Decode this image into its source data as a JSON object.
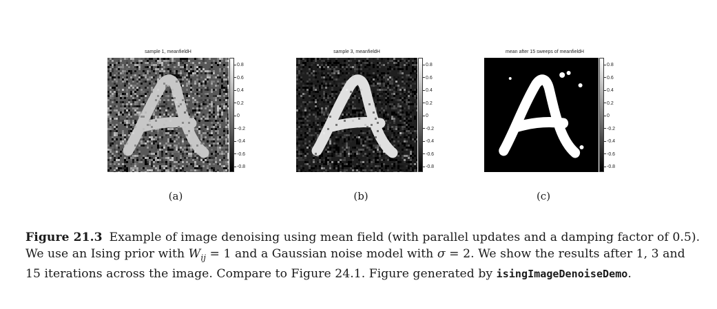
{
  "panels": [
    {
      "title": "sample 1, meanfieldH",
      "label": "(a)",
      "noise": 0.42,
      "bright": 0.78,
      "bg": 0.35
    },
    {
      "title": "sample 3, meanfieldH",
      "label": "(b)",
      "noise": 0.22,
      "bright": 0.88,
      "bg": 0.12
    },
    {
      "title": "mean after 15 sweeps of meanfieldH",
      "label": "(c)",
      "noise": 0.0,
      "bright": 1.0,
      "bg": 0.0
    }
  ],
  "colorbar_ticks": [
    "0.8",
    "0.6",
    "0.4",
    "0.2",
    "0",
    "-0.2",
    "-0.4",
    "-0.6",
    "-0.8"
  ],
  "caption": {
    "figure_label": "Figure 21.3",
    "text_1": "Example of image denoising using mean field (with parallel updates and a damping factor of 0.5). We use an Ising prior with ",
    "w_symbol": "W",
    "w_sub": "ij",
    "text_2": " = 1 and a Gaussian noise model with ",
    "sigma": "σ",
    "text_3": " = 2. We show the results after 1, 3 and 15 iterations across the image. Compare to Figure 24.1. Figure generated by ",
    "code": "isingImageDenoiseDemo",
    "text_4": "."
  }
}
